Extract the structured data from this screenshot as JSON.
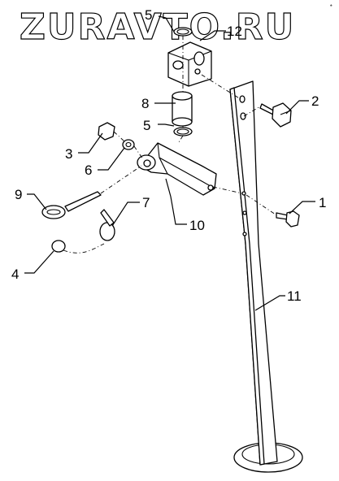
{
  "watermark": {
    "text": "ZURAVTO.RU"
  },
  "corner_mark": "♠",
  "callouts": {
    "c1": "1",
    "c2": "2",
    "c3": "3",
    "c4": "4",
    "c5_top": "5",
    "c5_mid": "5",
    "c6": "6",
    "c7": "7",
    "c8": "8",
    "c9": "9",
    "c10": "10",
    "c11": "11",
    "c12": "12"
  }
}
